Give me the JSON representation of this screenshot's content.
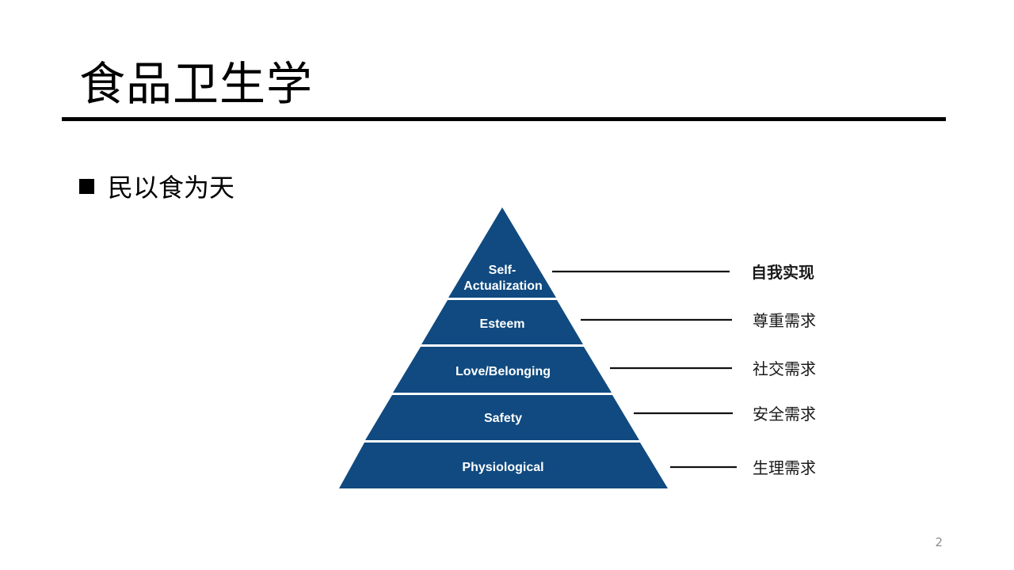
{
  "slide": {
    "title": "食品卫生学",
    "bullet": "民以食为天",
    "page_number": "2"
  },
  "pyramid": {
    "fill_color": "#104a80",
    "text_color": "#ffffff",
    "levels": [
      {
        "label_lines": [
          "Self-",
          "Actualization"
        ],
        "caption": "自我实现"
      },
      {
        "label_lines": [
          "Esteem"
        ],
        "caption": "尊重需求"
      },
      {
        "label_lines": [
          "Love/Belonging"
        ],
        "caption": "社交需求"
      },
      {
        "label_lines": [
          "Safety"
        ],
        "caption": "安全需求"
      },
      {
        "label_lines": [
          "Physiological"
        ],
        "caption": "生理需求"
      }
    ]
  }
}
